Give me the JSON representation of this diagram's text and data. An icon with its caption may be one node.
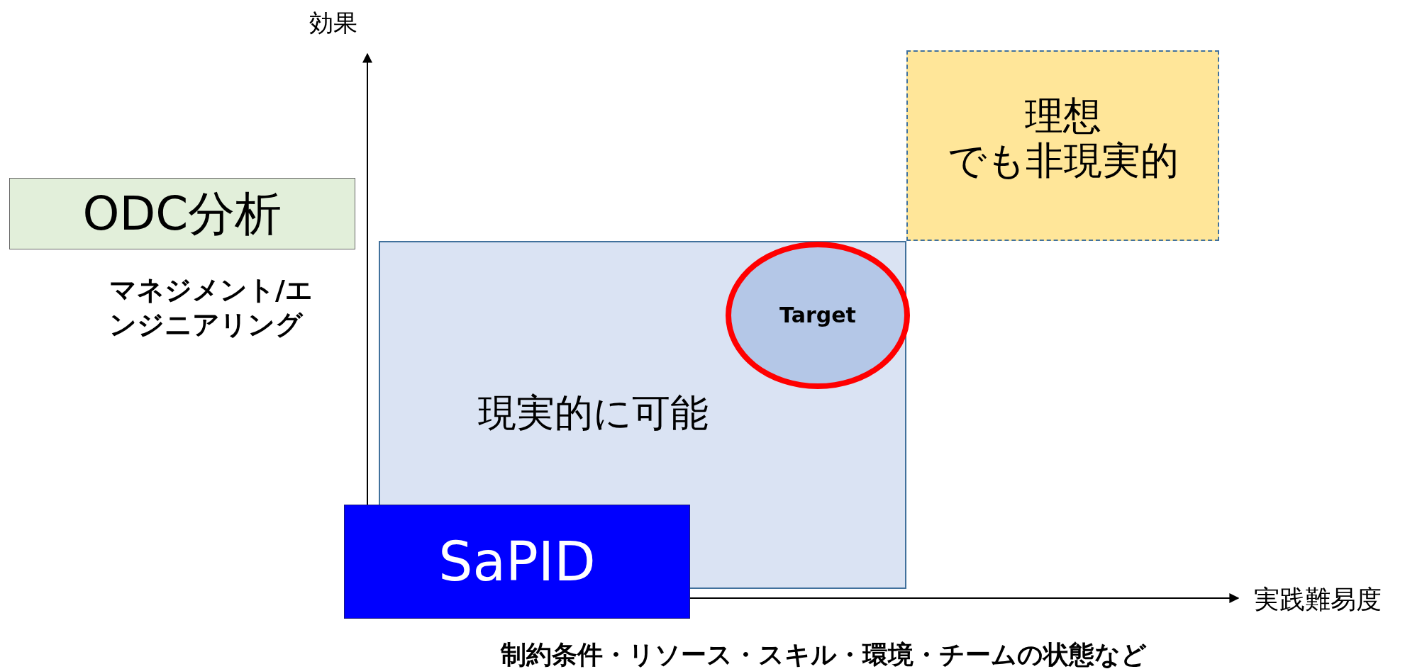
{
  "diagram": {
    "nodes": [
      {
        "text": [
          "ODC分析"
        ]
      },
      {
        "text": [
          "現実的に可能"
        ]
      },
      {
        "text": [
          "Target"
        ],
        "in": 1
      },
      {
        "text": [
          "理想",
          "でも非現実的"
        ]
      },
      {
        "text": [
          "SaPID"
        ]
      }
    ],
    "labels": [
      "効果",
      "マネジメント/エンジニアリング",
      "実践難易度",
      "制約条件・リソース・スキル・環境・チームの状態など"
    ]
  }
}
